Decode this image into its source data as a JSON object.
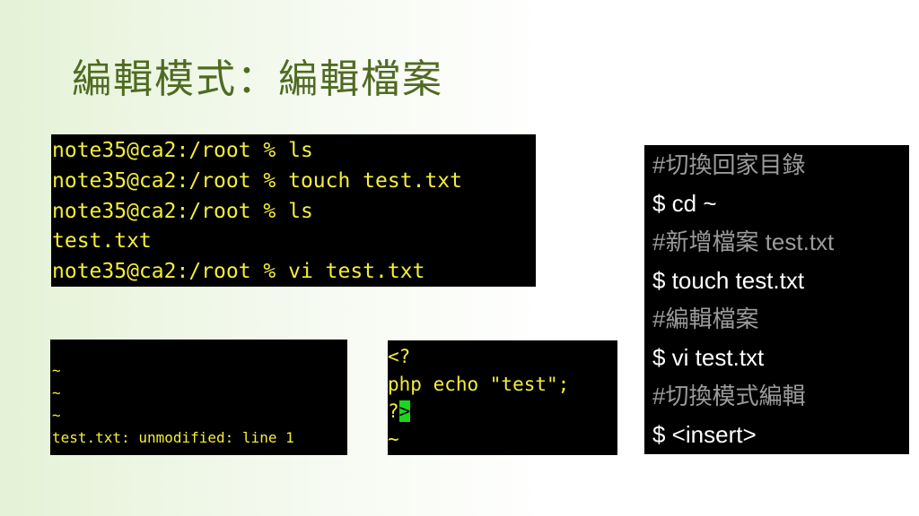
{
  "slide": {
    "title": "編輯模式：編輯檔案"
  },
  "terminal_main": {
    "lines": [
      "note35@ca2:/root % ls",
      "note35@ca2:/root % touch test.txt",
      "note35@ca2:/root % ls",
      "test.txt",
      "note35@ca2:/root % vi test.txt"
    ]
  },
  "vi_status": {
    "lines": [
      "~",
      "~",
      "~",
      "test.txt: unmodified: line 1"
    ]
  },
  "vi_edit": {
    "lines": [
      "<?",
      "php echo \"test\";",
      "?",
      "~"
    ],
    "cursor_char": ">"
  },
  "cmd_panel": {
    "lines": [
      {
        "kind": "comment",
        "text": "#切換回家目錄"
      },
      {
        "kind": "command",
        "text": "$ cd ~"
      },
      {
        "kind": "comment",
        "text": "#新增檔案 test.txt"
      },
      {
        "kind": "command",
        "text": "$ touch test.txt"
      },
      {
        "kind": "comment",
        "text": "#編輯檔案"
      },
      {
        "kind": "command",
        "text": "$ vi test.txt"
      },
      {
        "kind": "comment",
        "text": "#切換模式編輯"
      },
      {
        "kind": "command",
        "text": "$ <insert>"
      }
    ]
  },
  "colors": {
    "title": "#4f6b22",
    "terminal_text": "#f3ee3a",
    "cursor": "#19d819",
    "comment": "#9b9b9b",
    "command": "#ffffff"
  }
}
